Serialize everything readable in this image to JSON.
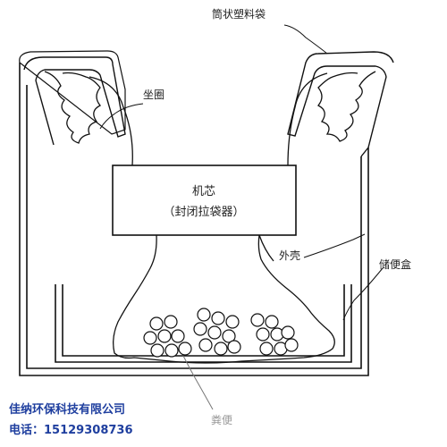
{
  "labels": {
    "bag": "筒状塑料袋",
    "seat": "坐圈",
    "machine_line1": "机芯",
    "machine_line2": "（封闭拉袋器）",
    "shell": "外壳",
    "box": "储便盒",
    "feces": "粪便"
  },
  "footer": {
    "company": "佳纳环保科技有限公司",
    "phone": "电话：15129308736"
  }
}
